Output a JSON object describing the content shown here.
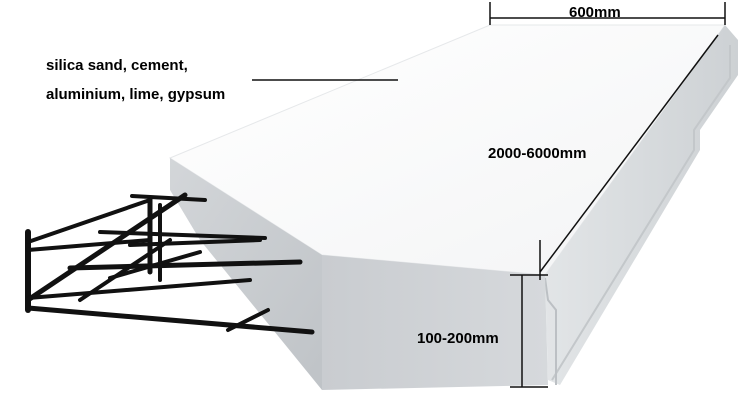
{
  "materials": {
    "line1": "silica sand, cement,",
    "line2": "aluminium, lime, gypsum"
  },
  "dimensions": {
    "width": "600mm",
    "length": "2000-6000mm",
    "thickness": "100-200mm"
  },
  "colors": {
    "top_surface": "#fbfbfb",
    "front_face": "#cfd2d5",
    "side_face": "#dde0e2",
    "rebar": "#111111"
  }
}
